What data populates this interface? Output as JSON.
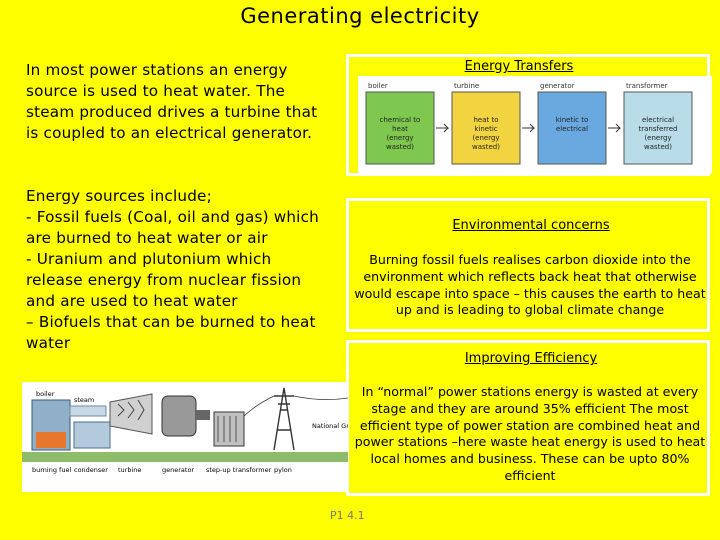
{
  "title": "Generating electricity",
  "intro": "In most power stations an energy source is used to heat water. The steam produced drives a turbine that is coupled to an electrical generator.",
  "sources": {
    "heading": "Energy sources include;",
    "items": [
      "- Fossil fuels (Coal, oil and gas) which are burned to heat water or air",
      "- Uranium and plutonium which release energy from nuclear fission and are used to heat water",
      "– Biofuels that can be burned to heat water"
    ]
  },
  "energy_transfers": {
    "heading": "Energy Transfers",
    "stages": [
      {
        "top": "boiler",
        "body": "chemical to heat (energy wasted)",
        "color": "#7ec850"
      },
      {
        "top": "turbine",
        "body": "heat to kinetic (energy wasted)",
        "color": "#f2d440"
      },
      {
        "top": "generator",
        "body": "kinetic to electrical",
        "color": "#6aa9e0"
      },
      {
        "top": "transformer",
        "body": "electrical transferred (energy wasted)",
        "color": "#b9dce9"
      }
    ]
  },
  "environmental": {
    "heading": "Environmental concerns",
    "text": "Burning fossil fuels realises carbon dioxide into the environment which reflects back heat that otherwise would escape into space – this causes the earth to heat up and is leading to global climate change"
  },
  "efficiency": {
    "heading": "Improving Efficiency",
    "text": "In “normal” power stations energy is wasted at every stage and they are around 35% efficient The most efficient type of power station are combined heat and power stations –here waste heat energy is used to heat local homes and business. These can be upto 80% efficient"
  },
  "diagram_labels": {
    "boiler": "boiler",
    "steam": "steam",
    "burning_fuel": "burning fuel",
    "condenser": "condenser",
    "turbine": "turbine",
    "generator": "generator",
    "stepup": "step-up transformer",
    "pylon": "pylon",
    "grid": "National Grid"
  },
  "footer": "P1 4.1"
}
